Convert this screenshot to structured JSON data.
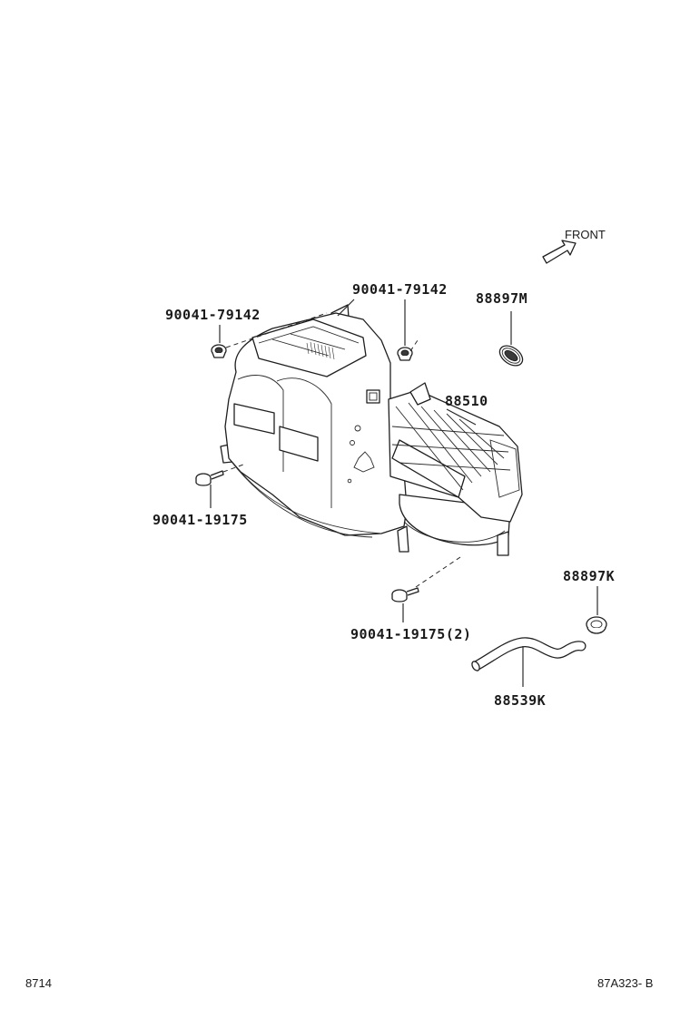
{
  "labels": {
    "front": "FRONT",
    "p_90041_79142_left": "90041-79142",
    "p_90041_79142_right": "90041-79142",
    "p_88897M": "88897M",
    "p_88510": "88510",
    "p_90041_19175": "90041-19175",
    "p_88897K": "88897K",
    "p_90041_19175_2": "90041-19175(2)",
    "p_88539K": "88539K"
  },
  "footer": {
    "page_code": "8714",
    "drawing_code": "87A323- B"
  }
}
